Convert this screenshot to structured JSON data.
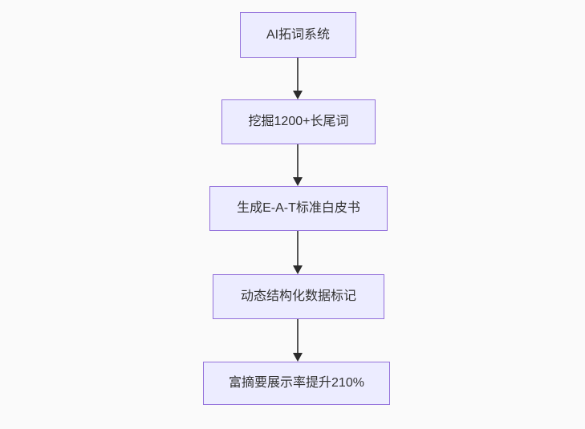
{
  "diagram": {
    "kind": "flowchart-top-down",
    "colors": {
      "background": "#fafafa",
      "node_fill": "#ECECFF",
      "node_border": "#9370DB",
      "node_text": "#333333",
      "edge_line": "#555555",
      "edge_arrowhead": "#2b2b2b"
    },
    "nodes": [
      {
        "id": "n1",
        "label": "AI拓词系统"
      },
      {
        "id": "n2",
        "label": "挖掘1200+长尾词"
      },
      {
        "id": "n3",
        "label": "生成E-A-T标准白皮书"
      },
      {
        "id": "n4",
        "label": "动态结构化数据标记"
      },
      {
        "id": "n5",
        "label": "富摘要展示率提升210%"
      }
    ],
    "edges": [
      {
        "from": "n1",
        "to": "n2",
        "style": "arrow-down"
      },
      {
        "from": "n2",
        "to": "n3",
        "style": "arrow-down"
      },
      {
        "from": "n3",
        "to": "n4",
        "style": "arrow-down"
      },
      {
        "from": "n4",
        "to": "n5",
        "style": "arrow-down"
      }
    ]
  }
}
